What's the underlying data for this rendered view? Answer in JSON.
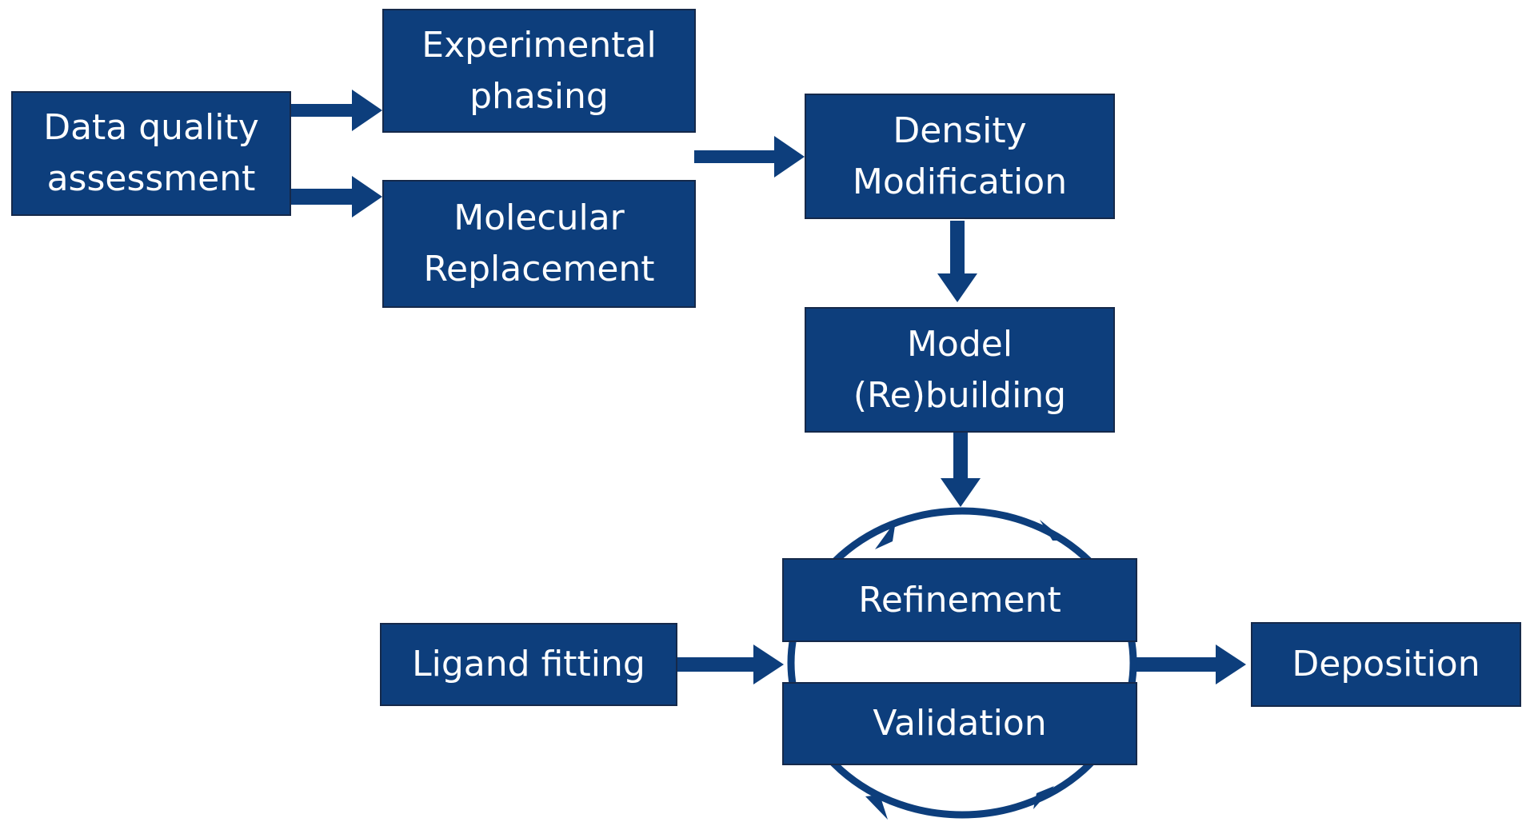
{
  "colors": {
    "box_fill": "#0d3e7c",
    "arrow": "#0d3e7c",
    "text": "#ffffff",
    "background": "#ffffff"
  },
  "nodes": {
    "data_quality": {
      "lines": [
        "Data quality",
        "assessment"
      ]
    },
    "experimental_phasing": {
      "lines": [
        "Experimental",
        "phasing"
      ]
    },
    "molecular_replacement": {
      "lines": [
        "Molecular",
        "Replacement"
      ]
    },
    "density_modification": {
      "lines": [
        "Density",
        "Modification"
      ]
    },
    "model_rebuilding": {
      "lines": [
        "Model",
        "(Re)building"
      ]
    },
    "refinement": {
      "label": "Refinement"
    },
    "validation": {
      "label": "Validation"
    },
    "ligand_fitting": {
      "label": "Ligand fitting"
    },
    "deposition": {
      "label": "Deposition"
    }
  }
}
